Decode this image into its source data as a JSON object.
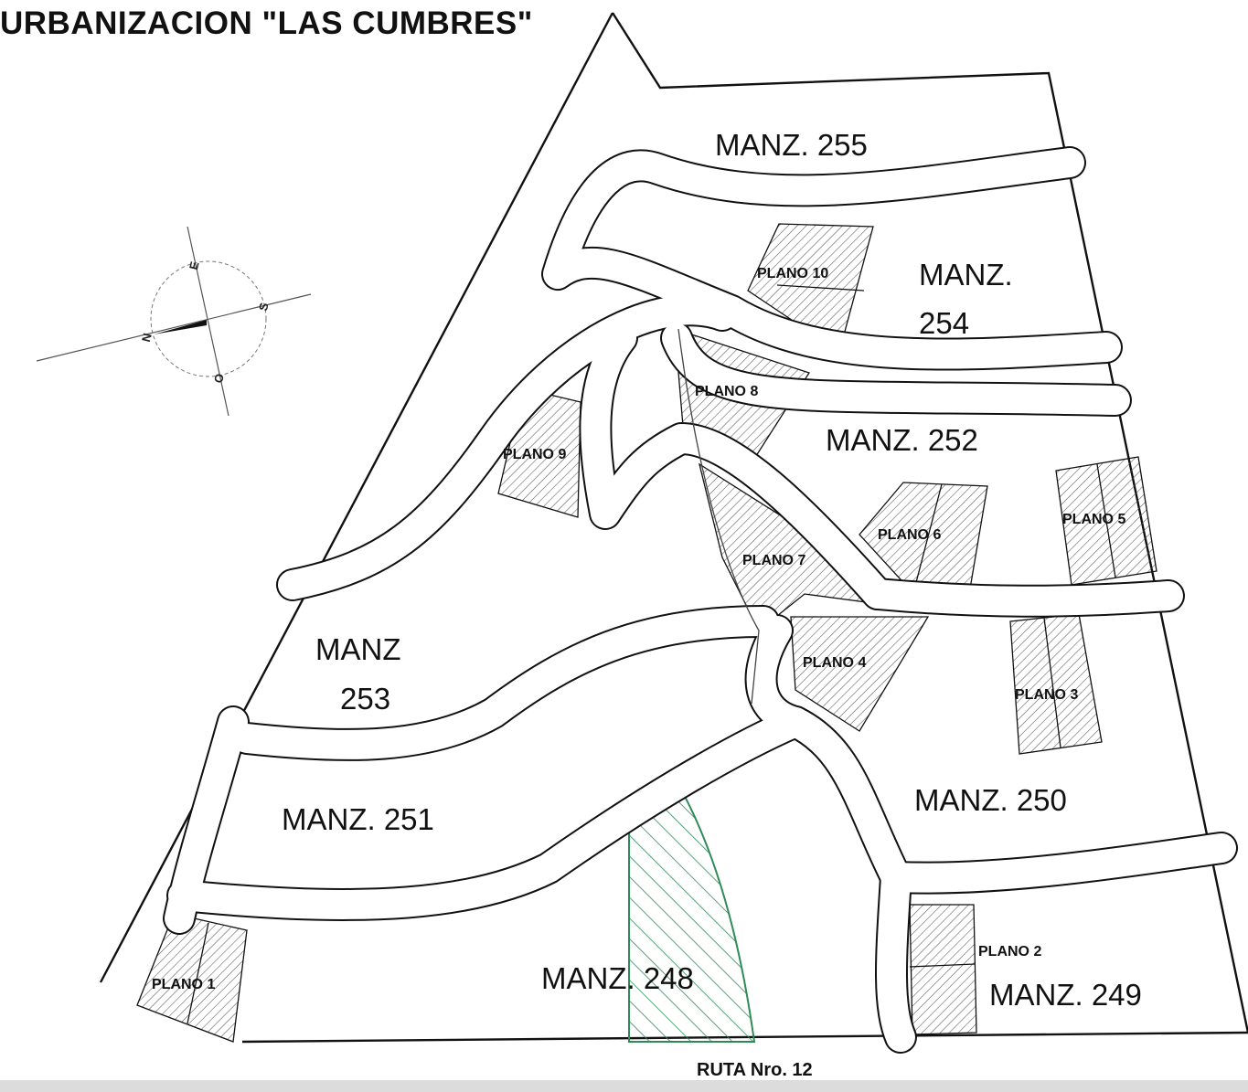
{
  "title": "URBANIZACION \"LAS CUMBRES\"",
  "blocks": {
    "m255": "MANZ. 255",
    "m254_a": "MANZ.",
    "m254_b": "254",
    "m252": "MANZ. 252",
    "m253_a": "MANZ",
    "m253_b": "253",
    "m251": "MANZ. 251",
    "m250": "MANZ. 250",
    "m248": "MANZ. 248",
    "m249": "MANZ. 249"
  },
  "planos": {
    "p1": "PLANO 1",
    "p2": "PLANO 2",
    "p3": "PLANO 3",
    "p4": "PLANO 4",
    "p5": "PLANO 5",
    "p6": "PLANO 6",
    "p7": "PLANO 7",
    "p8": "PLANO 8",
    "p9": "PLANO 9",
    "p10": "PLANO 10"
  },
  "route": "RUTA Nro. 12",
  "compass": {
    "n": "N",
    "s": "S",
    "e": "E",
    "o": "O"
  },
  "colors": {
    "ink": "#111111",
    "highlight": "#2e8b57",
    "hatch": "#555555"
  }
}
